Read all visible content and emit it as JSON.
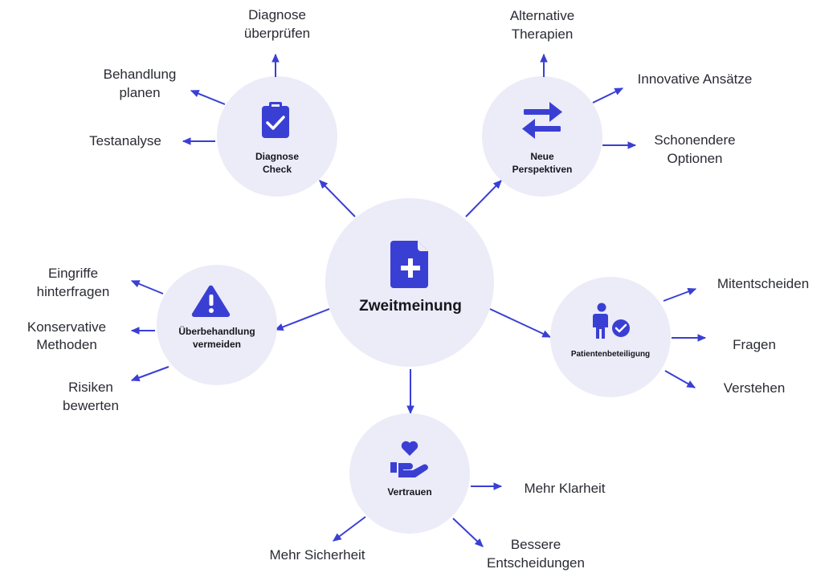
{
  "center": {
    "label": "Zweitmeinung",
    "icon": "document-plus-icon"
  },
  "nodes": {
    "diagnose": {
      "line1": "Diagnose",
      "line2": "Check",
      "icon": "clipboard-check-icon",
      "leaves": [
        {
          "line1": "Diagnose",
          "line2": "überprüfen"
        },
        {
          "line1": "Behandlung",
          "line2": "planen"
        },
        {
          "line1": "Testanalyse"
        }
      ]
    },
    "perspektiven": {
      "line1": "Neue",
      "line2": "Perspektiven",
      "icon": "swap-arrows-icon",
      "leaves": [
        {
          "line1": "Alternative",
          "line2": "Therapien"
        },
        {
          "line1": "Innovative Ansätze"
        },
        {
          "line1": "Schonendere",
          "line2": "Optionen"
        }
      ]
    },
    "ueberbehandlung": {
      "line1": "Überbehandlung",
      "line2": "vermeiden",
      "icon": "warning-triangle-icon",
      "leaves": [
        {
          "line1": "Eingriffe",
          "line2": "hinterfragen"
        },
        {
          "line1": "Konservative",
          "line2": "Methoden"
        },
        {
          "line1": "Risiken",
          "line2": "bewerten"
        }
      ]
    },
    "patienten": {
      "line1": "Patientenbeteiligung",
      "icon": "person-check-icon",
      "leaves": [
        {
          "line1": "Mitentscheiden"
        },
        {
          "line1": "Fragen"
        },
        {
          "line1": "Verstehen"
        }
      ]
    },
    "vertrauen": {
      "line1": "Vertrauen",
      "icon": "hand-heart-icon",
      "leaves": [
        {
          "line1": "Mehr Klarheit"
        },
        {
          "line1": "Mehr Sicherheit"
        },
        {
          "line1": "Bessere",
          "line2": "Entscheidungen"
        }
      ]
    }
  },
  "colors": {
    "accent": "#3a3fd4",
    "node_fill": "#ecebf8",
    "text": "#2a2c33"
  }
}
